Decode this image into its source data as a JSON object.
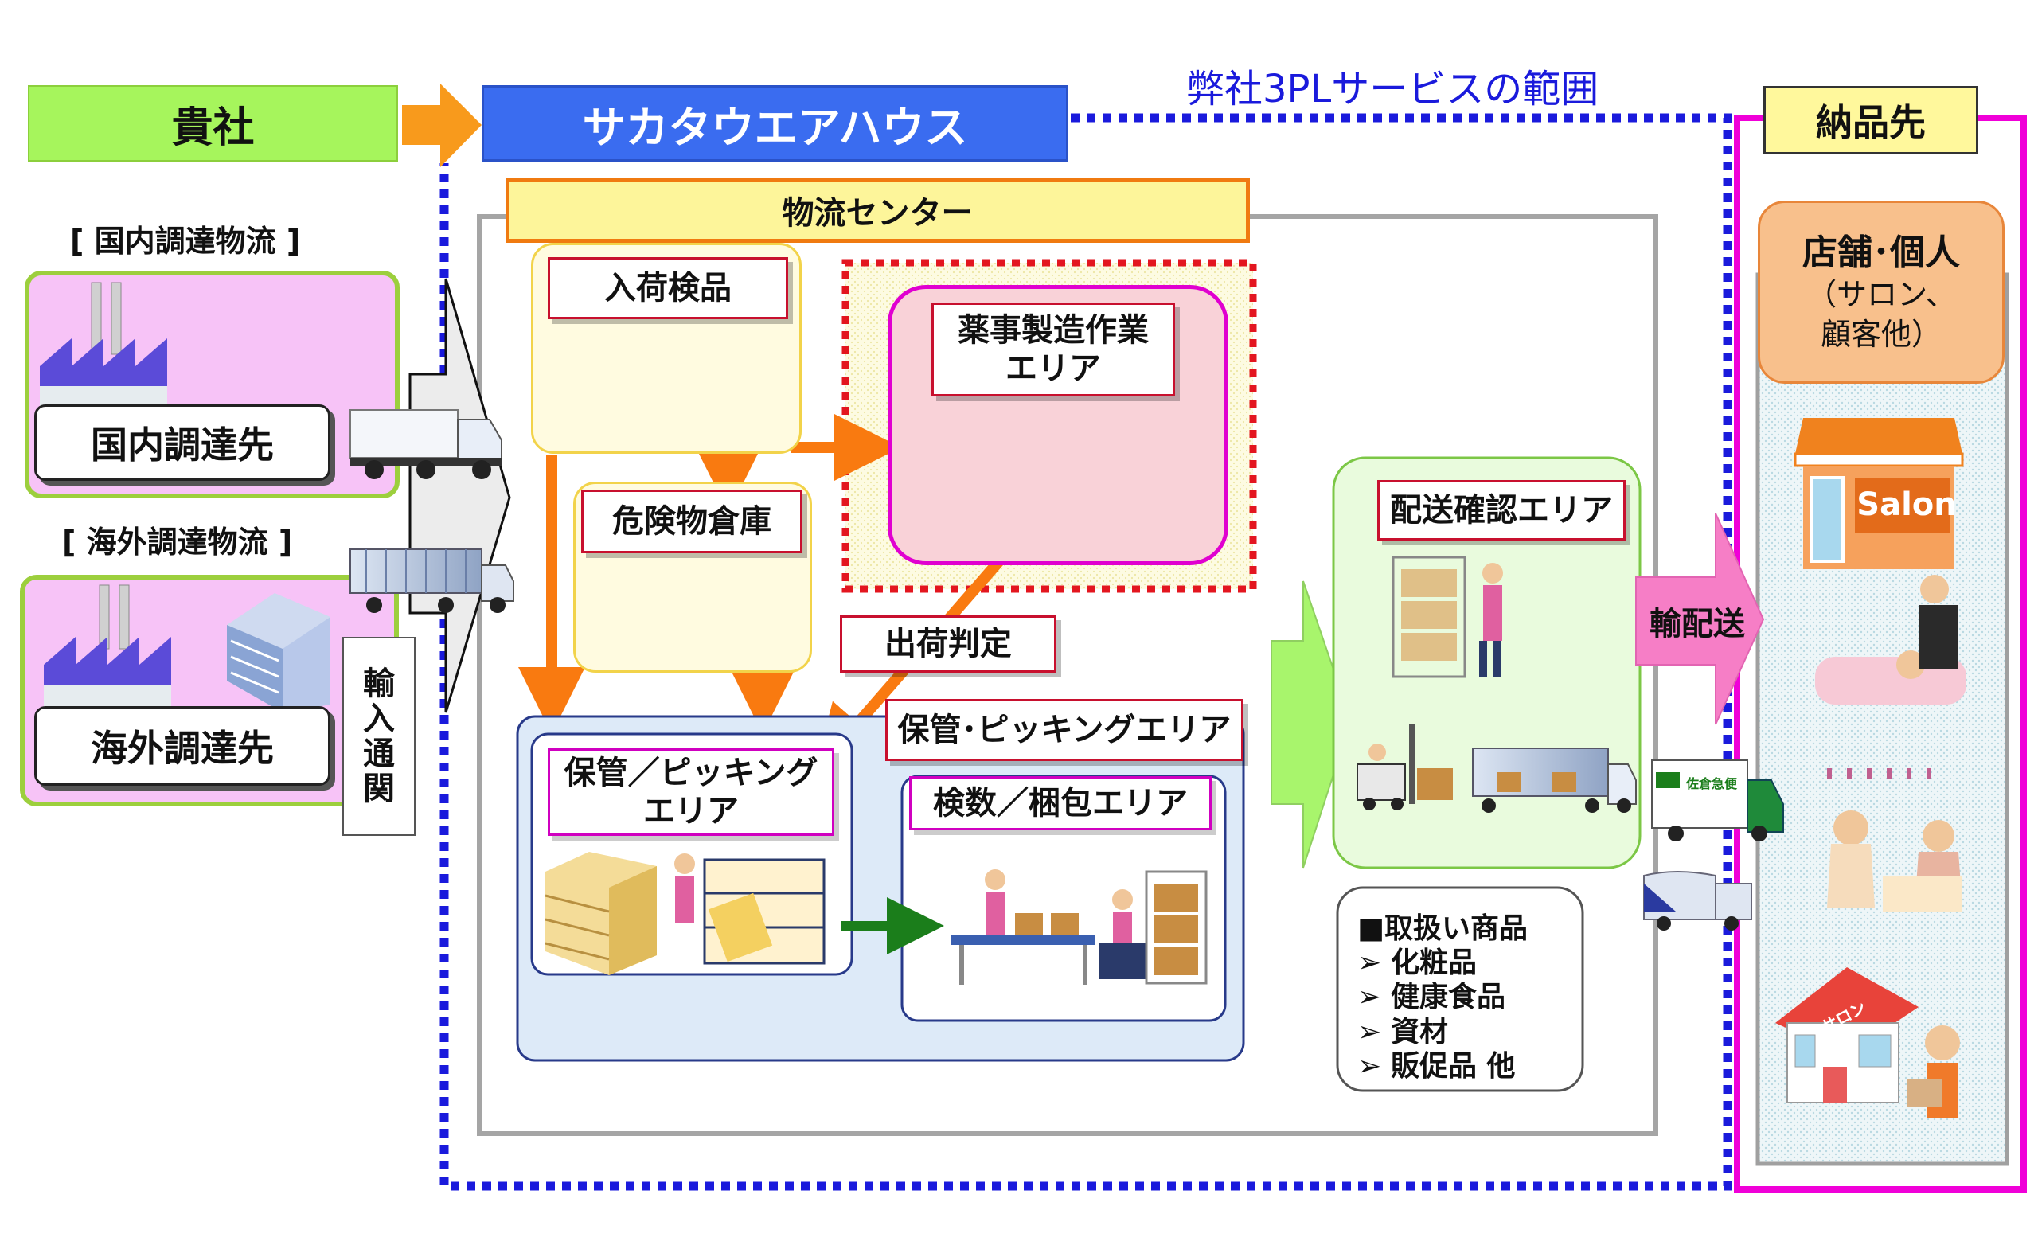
{
  "header": {
    "client": "貴社",
    "warehouse": "サカタウエアハウス",
    "scope": "弊社3PLサービスの範囲",
    "delivery_dest": "納品先"
  },
  "left": {
    "domestic_section": "[ 国内調達物流 ]",
    "domestic_supplier": "国内調達先",
    "overseas_section": "[ 海外調達物流 ]",
    "overseas_supplier": "海外調達先",
    "customs": [
      "輸",
      "入",
      "通",
      "関"
    ]
  },
  "center": {
    "title": "物流センター",
    "receiving": "入荷検品",
    "hazmat": "危険物倉庫",
    "pharma_line1": "薬事製造作業",
    "pharma_line2": "エリア",
    "ship_judge": "出荷判定",
    "storage_picking_area": "保管･ピッキングエリア",
    "storage_line1": "保管／ピッキング",
    "storage_line2": "エリア",
    "inspect_pack": "検数／梱包エリア"
  },
  "delivery": {
    "confirm": "配送確認エリア",
    "transport": "輸配送",
    "products_title": "■取扱い商品",
    "products": [
      "化粧品",
      "健康食品",
      "資材",
      "販促品 他"
    ]
  },
  "right": {
    "title": "店舗･個人",
    "sub1": "（サロン、",
    "sub2": "顧客他）",
    "salon_sign": "Salon",
    "salon_roof_sign": "サロン",
    "truck_logo": "佐倉急便"
  },
  "colors": {
    "client_green": "#a6f55c",
    "warehouse_blue": "#3a6cf0",
    "scope_blue": "#1a1adc",
    "delivery_magenta": "#f000d8",
    "center_yellow": "#fdf59a",
    "orange": "#f97a10",
    "dark_green": "#1b7e1b",
    "light_green": "#a8f56c",
    "pink": "#f67ec6"
  }
}
